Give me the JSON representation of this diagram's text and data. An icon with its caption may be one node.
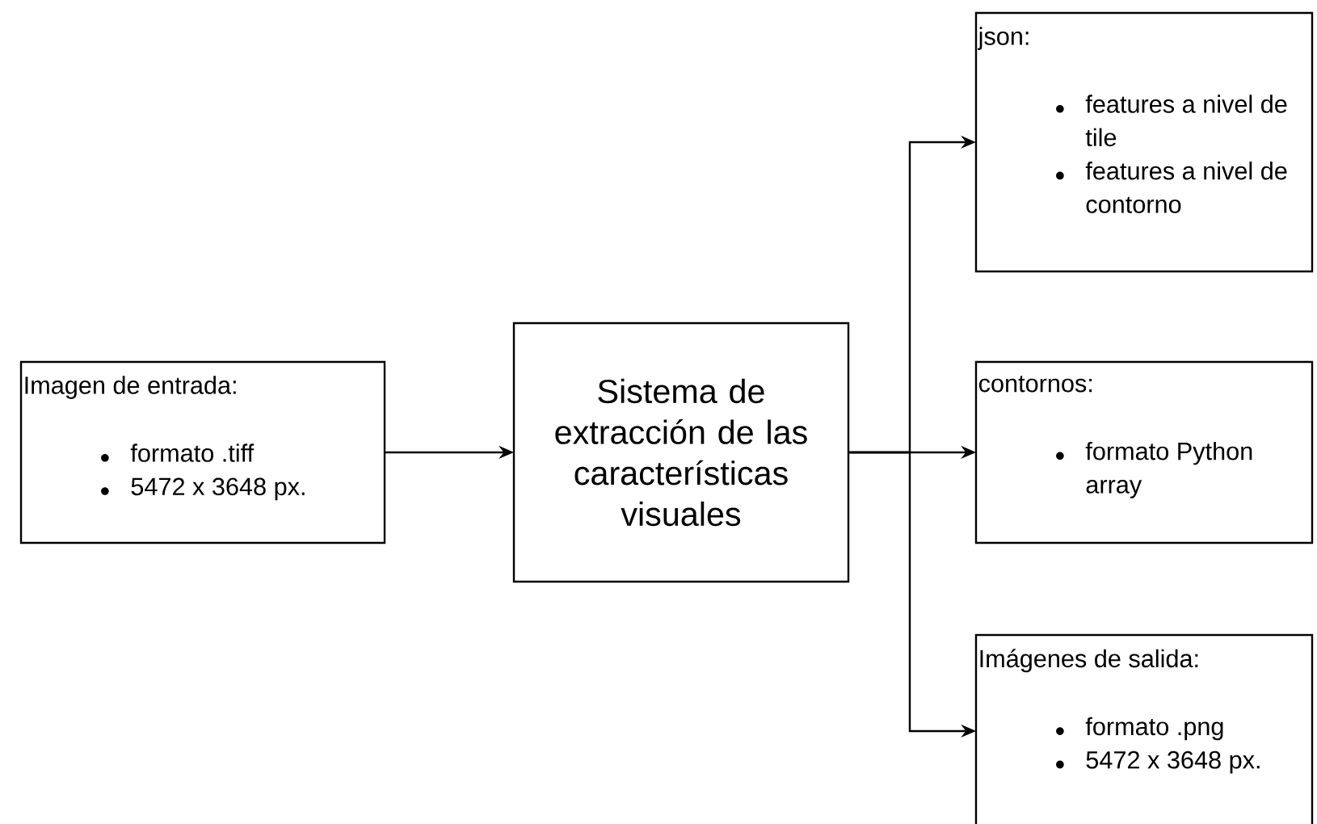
{
  "diagram": {
    "nodes": [
      {
        "text": [
          "Imagen de entrada:",
          "formato .tiff",
          "5472 x 3648 px."
        ]
      },
      {
        "text": [
          "Sistema de extracción de las características visuales"
        ]
      },
      {
        "text": [
          "json:",
          "features a nivel de tile",
          "features a nivel de contorno"
        ]
      },
      {
        "text": [
          "contornos:",
          "formato Python array"
        ]
      },
      {
        "text": [
          "Imágenes de salida:",
          "formato .png",
          "5472 x 3648 px."
        ]
      }
    ],
    "edges": [
      {
        "from": 0,
        "to": 1,
        "arrow": "to"
      },
      {
        "from": 1,
        "to": 2,
        "arrow": "to"
      },
      {
        "from": 1,
        "to": 3,
        "arrow": "to"
      },
      {
        "from": 1,
        "to": 4,
        "arrow": "to"
      }
    ]
  }
}
